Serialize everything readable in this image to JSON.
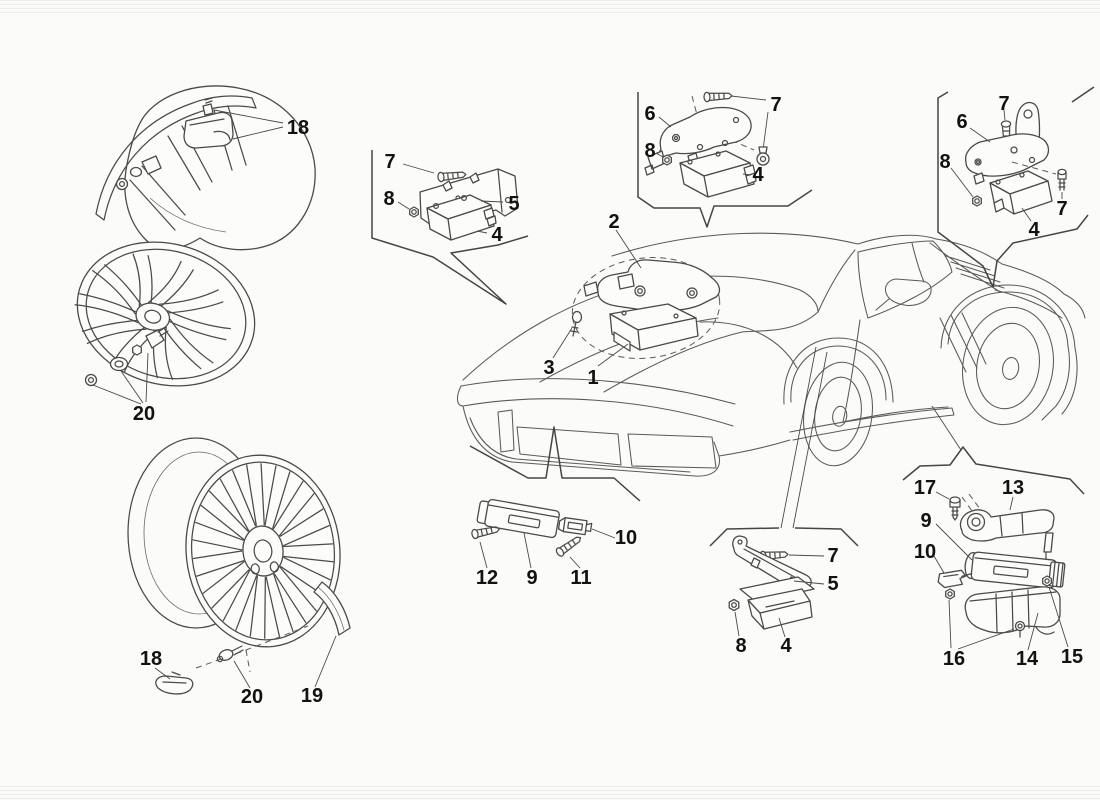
{
  "page": {
    "background": "#fbfbf9",
    "line_color": "#4a4a48",
    "label_color": "#121212",
    "description": "Exploded parts diagram of a tyre pressure monitoring system on a mid-engine sports car"
  },
  "parts": {
    "arch_sensor": "18",
    "valve_kit": "20",
    "wheel_sensor": "18",
    "wheel_valve": "20",
    "adhesive_strip": "19",
    "grp_center": {
      "bracket": "2",
      "screw": "3",
      "control_unit": "1"
    },
    "grp_front": {
      "screw": "7",
      "nut": "8",
      "bracket": "5",
      "module": "4"
    },
    "grp_roof": {
      "bracket": "6",
      "screw": "7",
      "nut": "8",
      "module": "4"
    },
    "grp_rear": {
      "screw_top": "7",
      "bracket": "6",
      "nut": "8",
      "module": "4",
      "screw_side": "7"
    },
    "grp_front_receiver": {
      "screw_front": "12",
      "receiver": "9",
      "screw_rear": "11",
      "bracket": "10"
    },
    "grp_sill": {
      "screw": "7",
      "bracket": "5",
      "nut": "8",
      "module": "4"
    },
    "grp_rear_receiver": {
      "screw": "17",
      "bracket": "13",
      "receiver": "9",
      "clip": "10",
      "nut_pair": "16",
      "housing": "14",
      "nut_right": "15"
    }
  }
}
